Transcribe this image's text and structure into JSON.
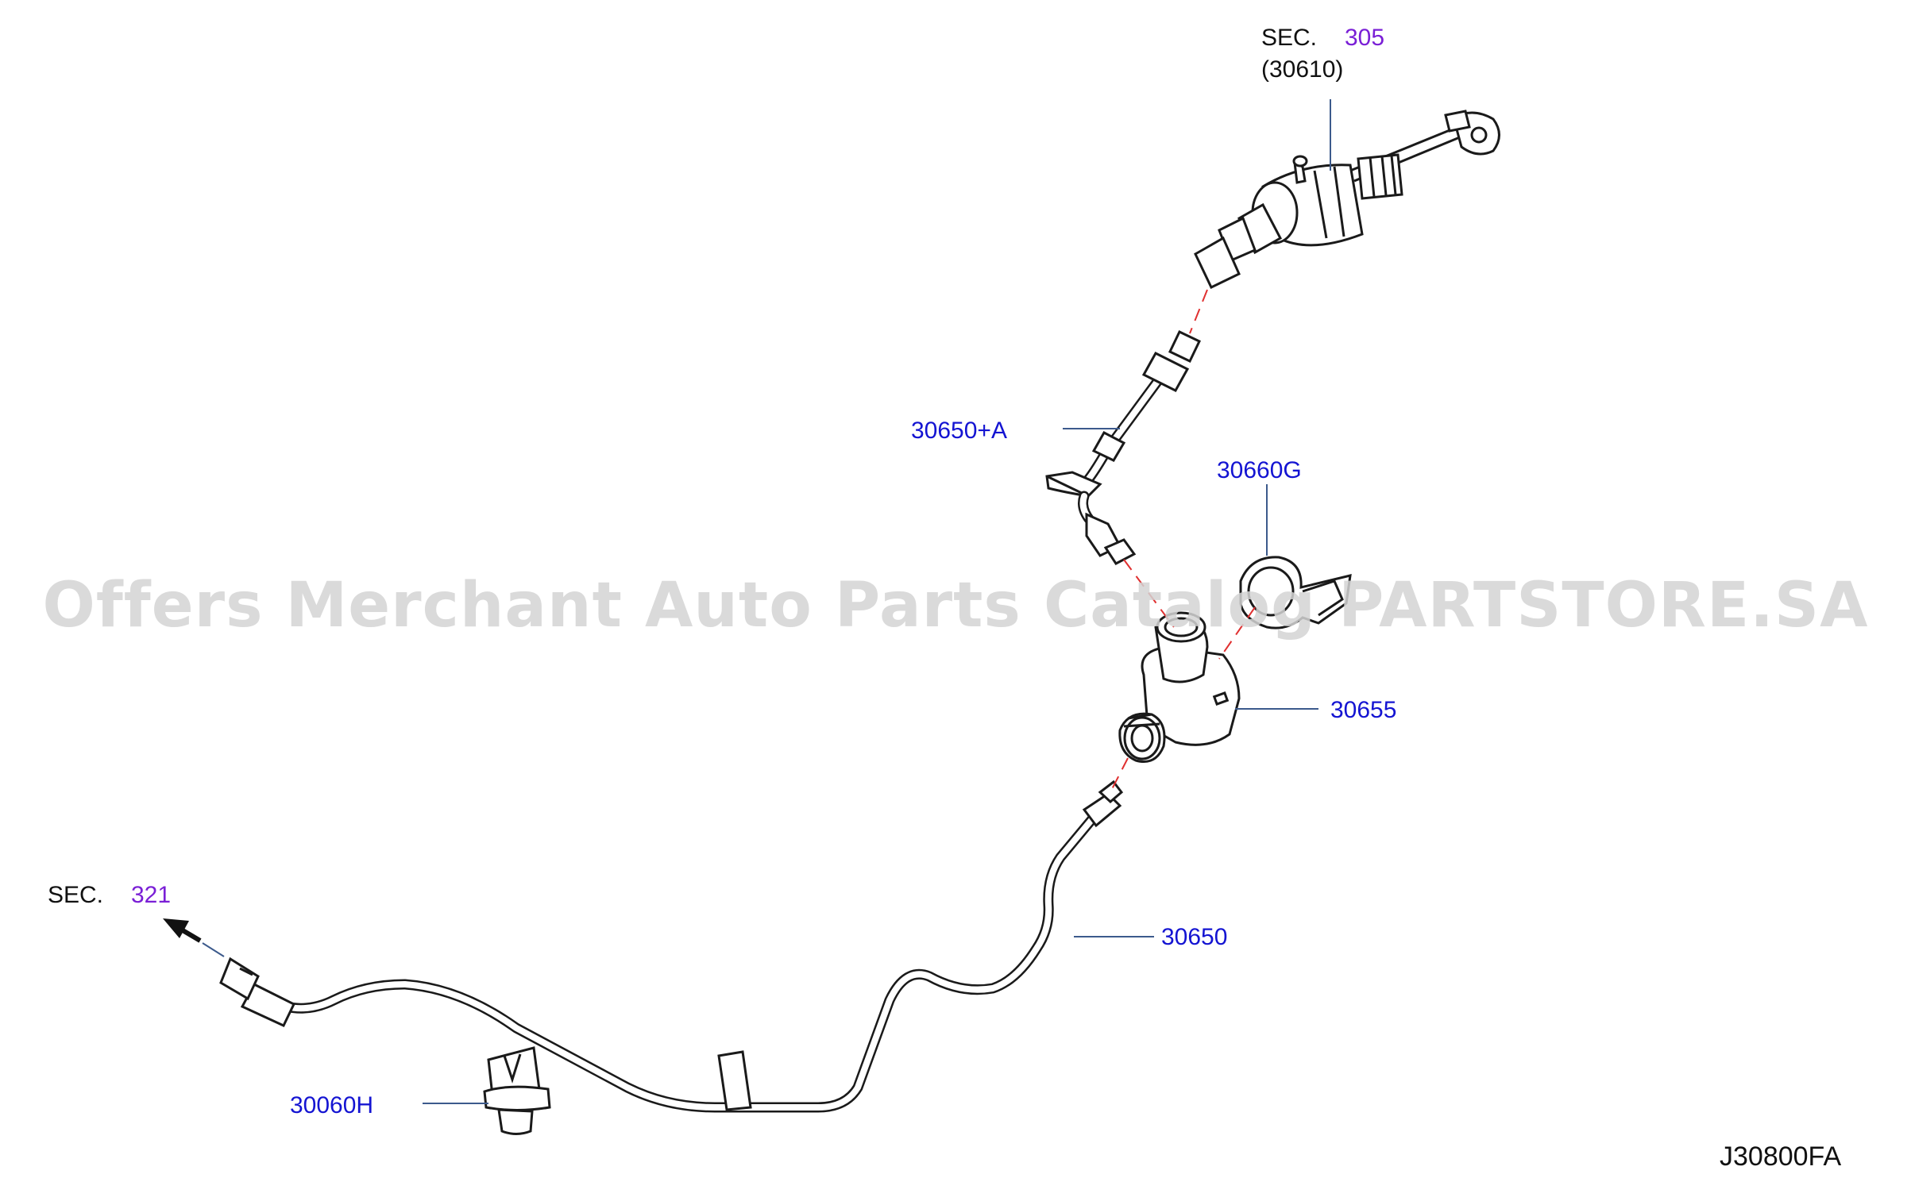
{
  "diagram": {
    "watermark": "Offers Merchant Auto Parts Catalog PARTSTORE.SA",
    "figure_code": "J30800FA",
    "sections": [
      {
        "prefix": "SEC.",
        "number": "305",
        "sub": "(30610)"
      },
      {
        "prefix": "SEC.",
        "number": "321"
      }
    ],
    "parts": [
      {
        "label": "30650+A"
      },
      {
        "label": "30660G"
      },
      {
        "label": "30655"
      },
      {
        "label": "30650"
      },
      {
        "label": "30060H"
      }
    ],
    "colors": {
      "part_label": "#1414d2",
      "section_number": "#7a1fd6",
      "leader_line": "#3c5a8c",
      "centerline": "#e03030"
    }
  }
}
